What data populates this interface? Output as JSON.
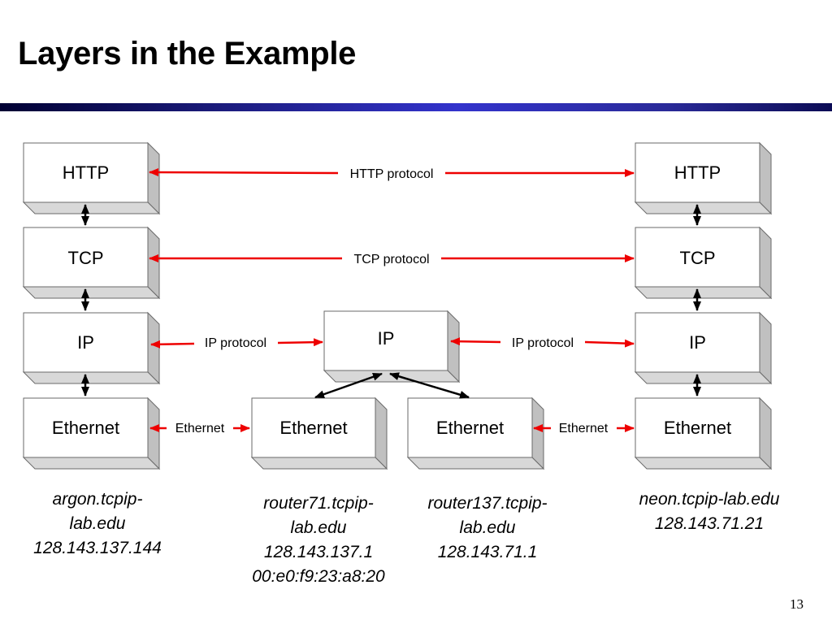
{
  "slide": {
    "title": "Layers in the Example",
    "page_number": "13",
    "colors": {
      "rule": "#2a2aa8",
      "arrow_red": "#ee0000",
      "box_face": "#ffffff",
      "box_side": "#c0c0c0"
    }
  },
  "boxes": {
    "argon_http": "HTTP",
    "argon_tcp": "TCP",
    "argon_ip": "IP",
    "argon_eth": "Ethernet",
    "router_ip": "IP",
    "router71_eth": "Ethernet",
    "router137_eth": "Ethernet",
    "neon_http": "HTTP",
    "neon_tcp": "TCP",
    "neon_ip": "IP",
    "neon_eth": "Ethernet"
  },
  "links": {
    "http": "HTTP protocol",
    "tcp": "TCP protocol",
    "ip_left": "IP protocol",
    "ip_right": "IP protocol",
    "eth_left": "Ethernet",
    "eth_right": "Ethernet"
  },
  "hosts": {
    "argon": [
      "argon.tcpip-",
      "lab.edu",
      "128.143.137.144"
    ],
    "router71": [
      "router71.tcpip-",
      "lab.edu",
      "128.143.137.1",
      "00:e0:f9:23:a8:20"
    ],
    "router137": [
      "router137.tcpip-",
      "lab.edu",
      "128.143.71.1"
    ],
    "neon": [
      "neon.tcpip-lab.edu",
      "128.143.71.21"
    ]
  }
}
